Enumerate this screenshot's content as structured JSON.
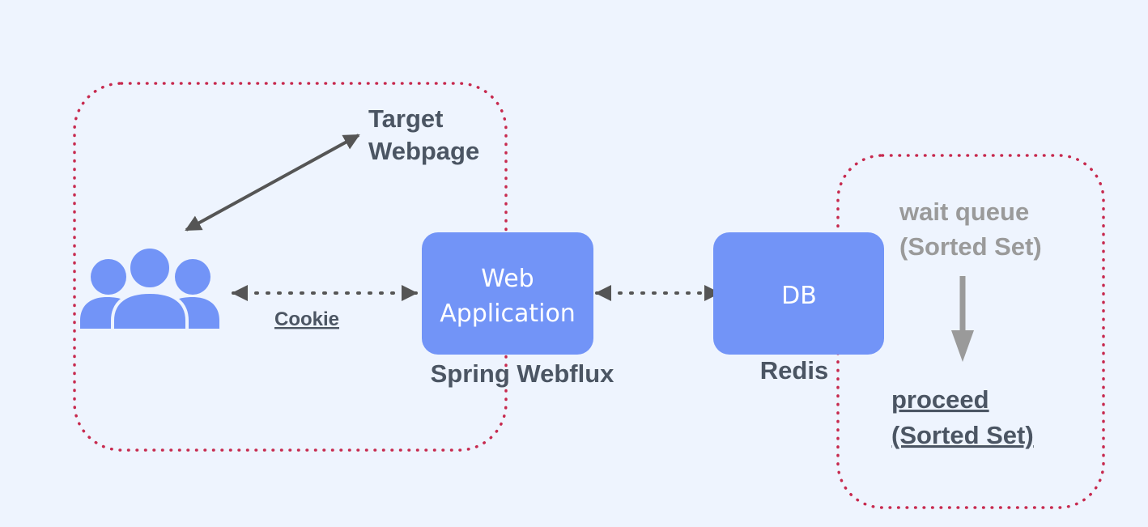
{
  "colors": {
    "background": "#eef4fe",
    "node_fill": "#7294f7",
    "node_text": "#ffffff",
    "label_dark": "#4b5563",
    "label_grey": "#9a9a9a",
    "arrow": "#555555",
    "group_border": "#c72a4f"
  },
  "nodes": {
    "users": {
      "icon": "users-icon"
    },
    "target_webpage": {
      "line1": "Target",
      "line2": "Webpage"
    },
    "web_app": {
      "line1": "Web",
      "line2": "Application",
      "caption": "Spring Webflux"
    },
    "db": {
      "label": "DB",
      "caption": "Redis"
    },
    "wait_queue": {
      "line1": "wait queue",
      "line2": "(Sorted Set)"
    },
    "proceed": {
      "line1": "proceed",
      "line2": "(Sorted Set)"
    }
  },
  "edges": {
    "cookie": {
      "label": "Cookie"
    }
  }
}
